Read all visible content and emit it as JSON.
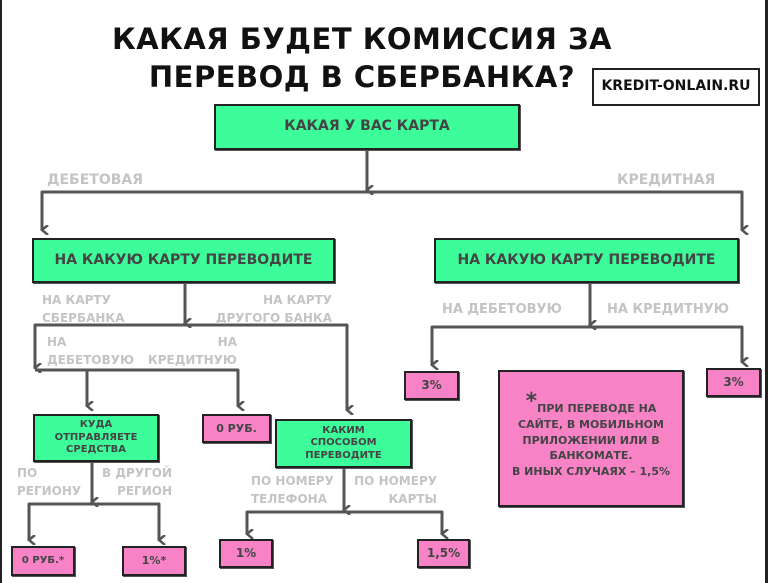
{
  "title": {
    "line1": "КАКАЯ БУДЕТ КОМИССИЯ ЗА",
    "line2": "ПЕРЕВОД В СБЕРБАНКА?"
  },
  "site_badge": "KREDIT-ONLAIN.RU",
  "colors": {
    "decision": "#3dfc9a",
    "result": "#f783c6",
    "line": "#555555",
    "label": "#c4c4c4"
  },
  "root": "КАКАЯ У ВАС КАРТА",
  "branches": {
    "debit": "ДЕБЕТОВАЯ",
    "credit": "КРЕДИТНАЯ"
  },
  "debit": {
    "question": "НА КАКУЮ КАРТУ ПЕРЕВОДИТЕ",
    "to_sber": {
      "l1": "НА КАРТУ",
      "l2": "СБЕРБАНКА"
    },
    "to_other": {
      "l1": "НА КАРТУ",
      "l2": "ДРУГОГО БАНКА"
    },
    "sber_debit": {
      "l1": "НА",
      "l2": "ДЕБЕТОВУЮ"
    },
    "sber_credit": {
      "l1": "НА",
      "l2": "КРЕДИТНУЮ"
    },
    "where_question": {
      "l1": "КУДА",
      "l2": "ОТПРАВЛЯЕТЕ",
      "l3": "СРЕДСТВА"
    },
    "credit_result": "0 РУБ.",
    "region_same": {
      "l1": "ПО",
      "l2": "РЕГИОНУ"
    },
    "region_other": {
      "l1": "В ДРУГОЙ",
      "l2": "РЕГИОН"
    },
    "region_same_result": "0 РУБ.*",
    "region_other_result": "1%*",
    "method_question": {
      "l1": "КАКИМ",
      "l2": "СПОСОБОМ",
      "l3": "ПЕРЕВОДИТЕ"
    },
    "by_phone": {
      "l1": "ПО НОМЕРУ",
      "l2": "ТЕЛЕФОНА"
    },
    "by_card": {
      "l1": "ПО НОМЕРУ",
      "l2": "КАРТЫ"
    },
    "phone_result": "1%",
    "card_result": "1,5%"
  },
  "credit": {
    "question": "НА КАКУЮ КАРТУ ПЕРЕВОДИТЕ",
    "to_debit": "НА ДЕБЕТОВУЮ",
    "to_credit": "НА КРЕДИТНУЮ",
    "debit_result": "3%",
    "credit_result": "3%"
  },
  "footnote": {
    "star": "*",
    "l1": "ПРИ ПЕРЕВОДЕ НА",
    "l2": "САЙТЕ, В МОБИЛЬНОМ",
    "l3": "ПРИЛОЖЕНИИ ИЛИ В",
    "l4": "БАНКОМАТЕ.",
    "l5": "В ИНЫХ СЛУЧАЯХ – 1,5%"
  }
}
